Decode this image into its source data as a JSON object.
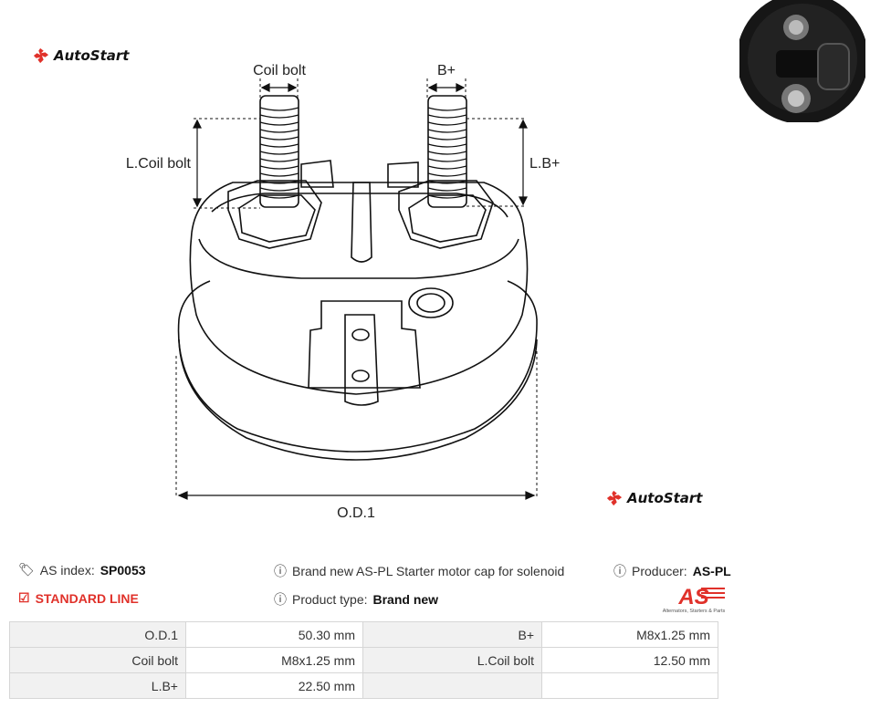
{
  "brand": {
    "name": "AutoStart"
  },
  "diagram": {
    "labels": {
      "coil_bolt": "Coil bolt",
      "b_plus": "B+",
      "l_coil_bolt": "L.Coil bolt",
      "l_b_plus": "L.B+",
      "od1": "O.D.1"
    }
  },
  "info": {
    "as_index_label": "AS index:",
    "as_index_value": "SP0053",
    "line": "STANDARD LINE",
    "description": "Brand new AS-PL Starter motor cap for solenoid",
    "product_type_label": "Product type:",
    "product_type_value": "Brand new",
    "producer_label": "Producer:",
    "producer_value": "AS-PL",
    "producer_logo_text": "AS",
    "producer_tagline": "Alternators, Starters & Parts"
  },
  "specs": [
    {
      "label1": "O.D.1",
      "value1": "50.30 mm",
      "label2": "B+",
      "value2": "M8x1.25 mm"
    },
    {
      "label1": "Coil bolt",
      "value1": "M8x1.25 mm",
      "label2": "L.Coil bolt",
      "value2": "12.50 mm"
    },
    {
      "label1": "L.B+",
      "value1": "22.50 mm",
      "label2": "",
      "value2": ""
    }
  ],
  "colors": {
    "accent": "#e0312a",
    "label_bg": "#f1f1f1",
    "border": "#d6d6d6"
  },
  "icons": [
    "autostart-logo-icon",
    "tags-icon",
    "check-square-icon",
    "info-circle-icon"
  ]
}
